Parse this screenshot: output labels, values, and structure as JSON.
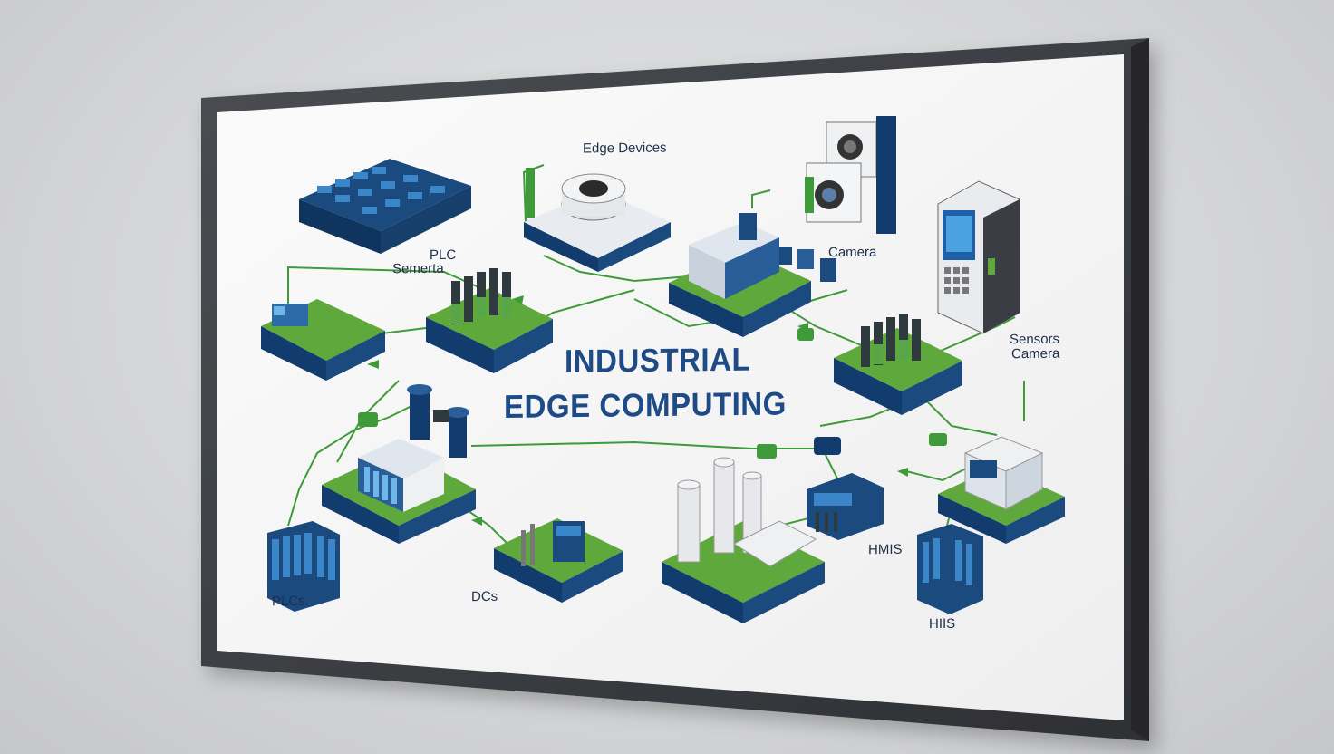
{
  "title": {
    "line1": "INDUSTRIAL",
    "line2": "EDGE COMPUTING"
  },
  "labels": {
    "edge_devices": "Edge Devices",
    "plc": "PLC",
    "semerta": "Semerta",
    "camera": "Camera",
    "sensors": "Sensors",
    "sensors_camera": "Camera",
    "plcs": "PLCs",
    "dcs": "DCs",
    "hmis": "HMIS",
    "hiis": "HIIS"
  },
  "colors": {
    "platform_green": "#5fa83c",
    "platform_navy": "#123c6e",
    "line_green": "#3f9a3a",
    "frame": "#3c3f43",
    "title_blue": "#1e4a85"
  }
}
